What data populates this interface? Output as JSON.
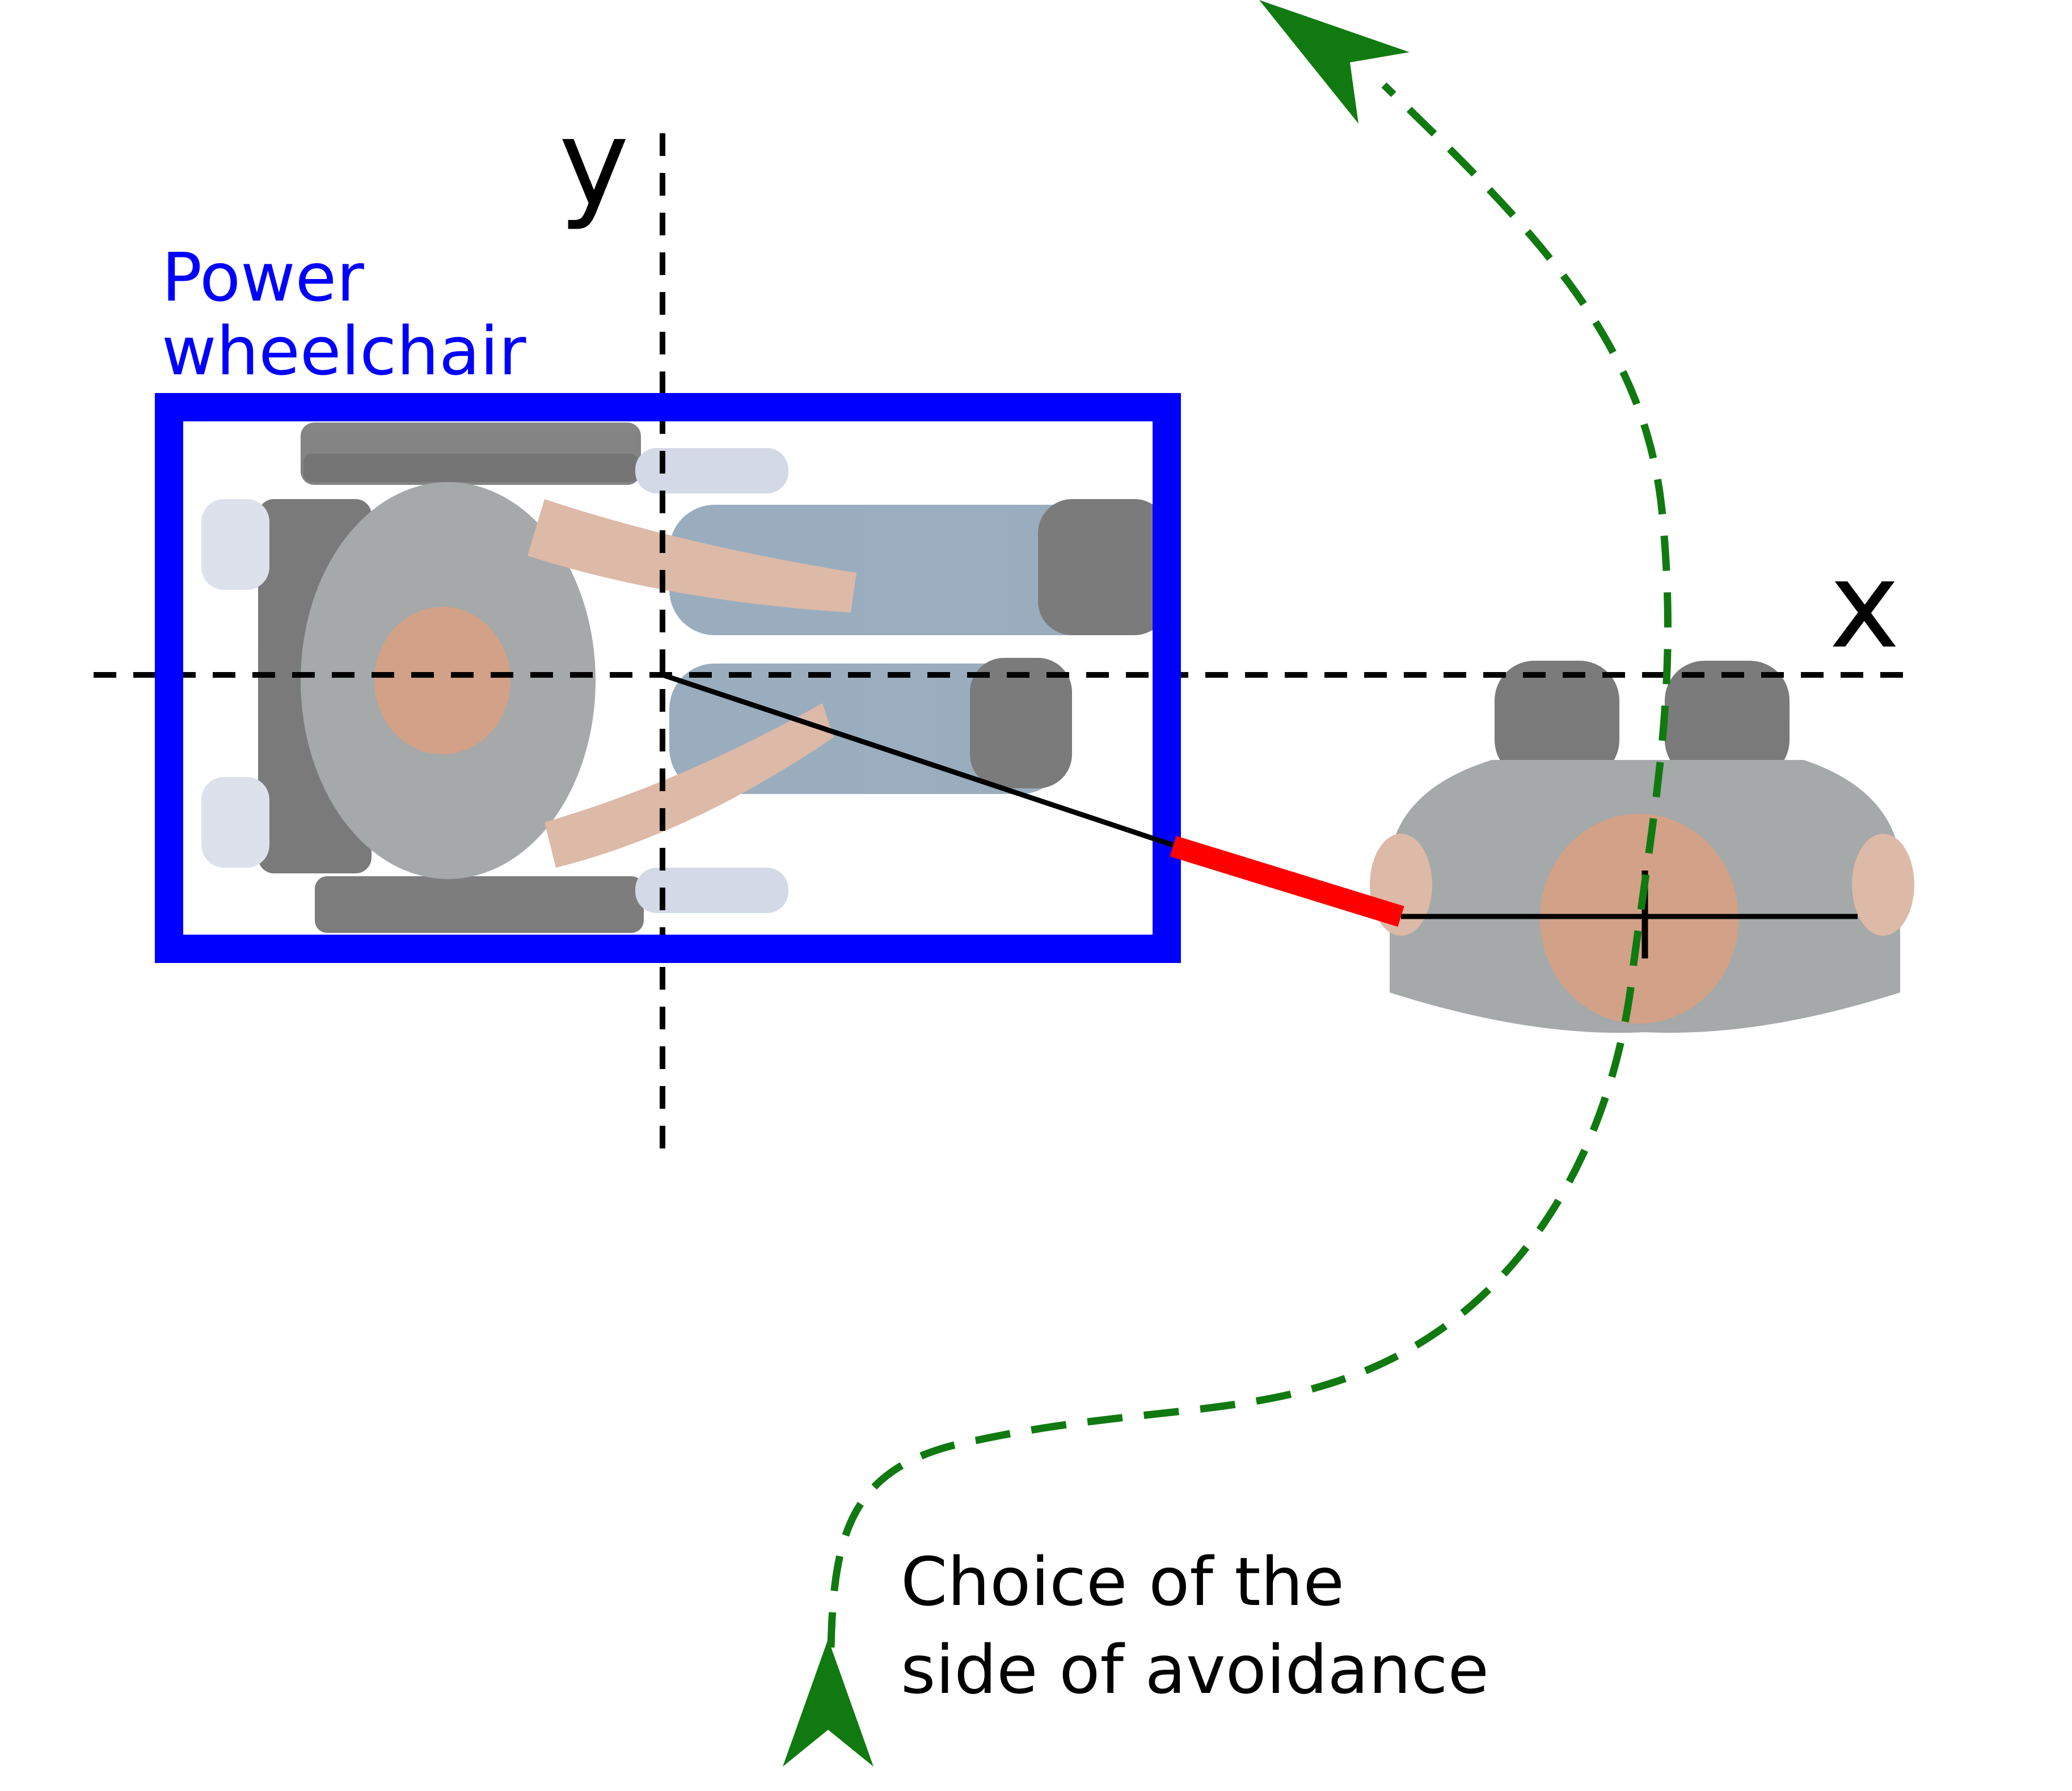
{
  "labels": {
    "x_axis": "x",
    "y_axis": "y",
    "wheelchair_line1": "Power",
    "wheelchair_line2": "wheelchair",
    "avoidance_line1": "Choice of the",
    "avoidance_line2": "side of avoidance"
  },
  "colors": {
    "wheelchair_box": "#0000ff",
    "avoidance_path": "#107a10",
    "distance_segment": "#ff0000",
    "axes": "#000000"
  },
  "icons": {
    "wheelchair_user": "wheelchair-user-topview",
    "pedestrian": "pedestrian-topview",
    "arrowheads": "arrowhead-icon"
  }
}
